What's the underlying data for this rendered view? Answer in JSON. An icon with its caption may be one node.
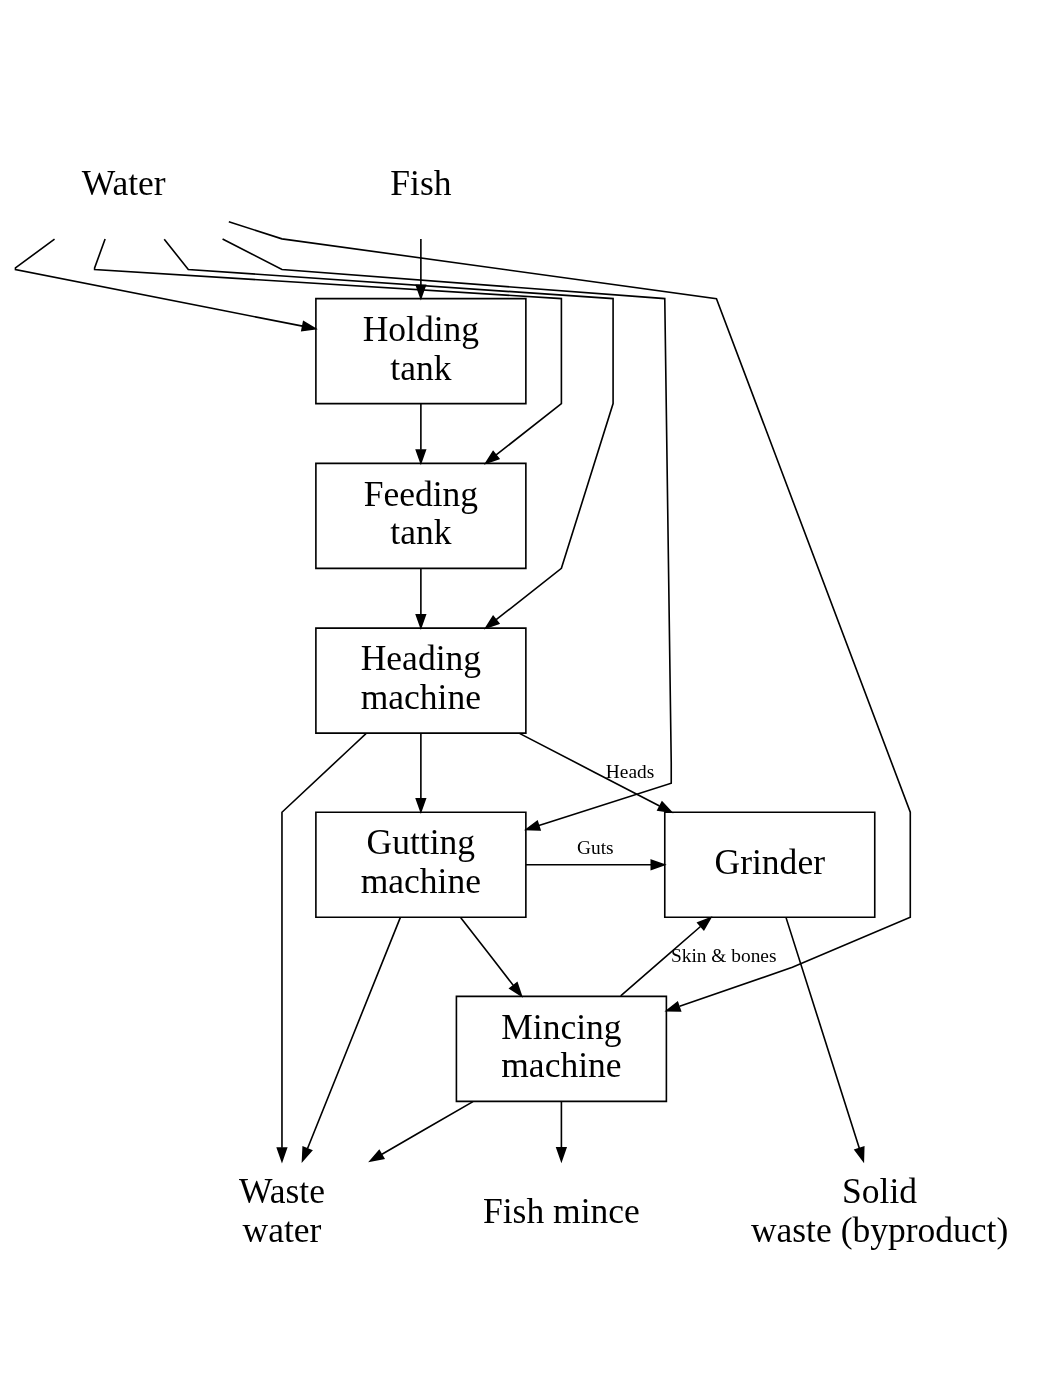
{
  "diagram": {
    "nodes": [
      {
        "text": [
          "Water"
        ]
      },
      {
        "text": [
          "Fish"
        ]
      },
      {
        "text": [
          "Holding tank"
        ]
      },
      {
        "text": [
          "Feeding tank"
        ]
      },
      {
        "text": [
          "Heading machine"
        ]
      },
      {
        "text": [
          "Gutting machine"
        ]
      },
      {
        "text": [
          "Mincing machine"
        ]
      },
      {
        "text": [
          "Grinder"
        ]
      },
      {
        "text": [
          "Fish mince"
        ]
      },
      {
        "text": [
          "Solid waste (byproduct)"
        ]
      },
      {
        "text": [
          "Waste water"
        ]
      }
    ],
    "edges": [
      {
        "from": 0,
        "to": 2,
        "arrow": "to"
      },
      {
        "from": 0,
        "to": 3,
        "arrow": "to"
      },
      {
        "from": 0,
        "to": 4,
        "arrow": "to"
      },
      {
        "from": 0,
        "to": 5,
        "arrow": "to"
      },
      {
        "from": 0,
        "to": 6,
        "arrow": "to"
      },
      {
        "from": 1,
        "to": 2,
        "arrow": "to"
      },
      {
        "from": 2,
        "to": 3,
        "arrow": "to"
      },
      {
        "from": 3,
        "to": 4,
        "arrow": "to"
      },
      {
        "from": 4,
        "to": 5,
        "arrow": "to"
      },
      {
        "from": 5,
        "to": 6,
        "arrow": "to"
      },
      {
        "from": 6,
        "to": 8,
        "arrow": "to"
      },
      {
        "from": 4,
        "to": 7,
        "arrow": "to",
        "label": "Heads"
      },
      {
        "from": 5,
        "to": 7,
        "arrow": "to",
        "label": "Guts"
      },
      {
        "from": 6,
        "to": 7,
        "arrow": "to",
        "label": "Skin & bones"
      },
      {
        "from": 4,
        "to": 10,
        "arrow": "to"
      },
      {
        "from": 5,
        "to": 10,
        "arrow": "to"
      },
      {
        "from": 6,
        "to": 10,
        "arrow": "to"
      },
      {
        "from": 7,
        "to": 9,
        "arrow": "to"
      }
    ]
  }
}
